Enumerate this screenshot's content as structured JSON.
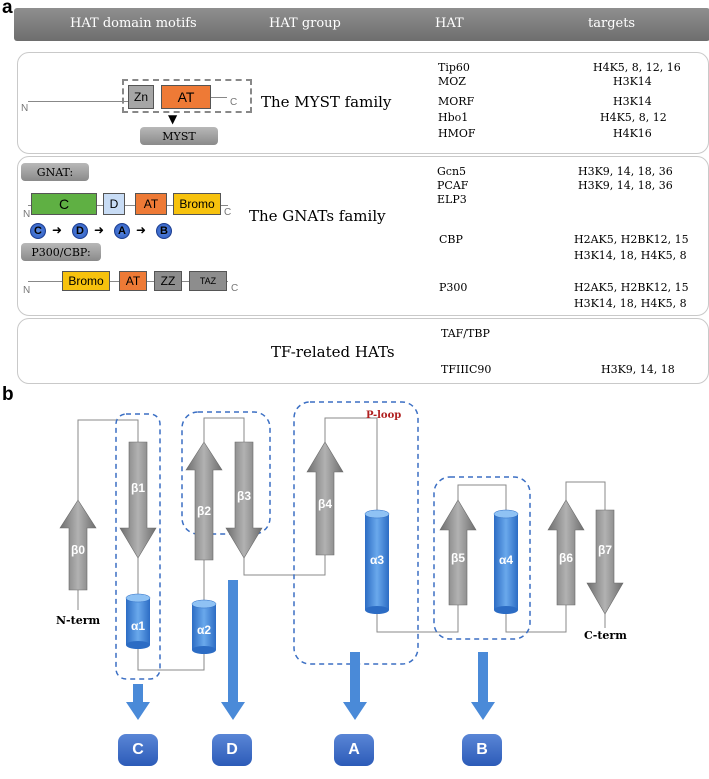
{
  "panel_a": {
    "letter": "a",
    "headers": [
      "HAT domain motifs",
      "HAT group",
      "HAT",
      "targets"
    ],
    "myst": {
      "family": "The MYST family",
      "n_label": "N",
      "c_label": "C",
      "zn": "Zn",
      "at": "AT",
      "myst_label": "MYST",
      "rows": [
        {
          "hat": "Tip60",
          "target": "H4K5, 8, 12, 16"
        },
        {
          "hat": "MOZ",
          "target": "H3K14"
        },
        {
          "hat": "MORF",
          "target": "H3K14"
        },
        {
          "hat": "Hbo1",
          "target": "H4K5, 8, 12"
        },
        {
          "hat": "HMOF",
          "target": "H4K16"
        }
      ]
    },
    "gnat": {
      "family": "The GNATs family",
      "gnat_label": "GNAT:",
      "p300_label": "P300/CBP:",
      "n_label": "N",
      "c_label": "C",
      "domains_gnat": [
        "C",
        "D",
        "AT",
        "Bromo"
      ],
      "motifs": [
        "C",
        "D",
        "A",
        "B"
      ],
      "domains_p300": [
        "Bromo",
        "AT",
        "ZZ",
        "TAZ"
      ],
      "rows": [
        {
          "hat": "Gcn5",
          "target": "H3K9, 14, 18, 36"
        },
        {
          "hat": "PCAF",
          "target": "H3K9, 14, 18, 36"
        },
        {
          "hat": "ELP3",
          "target": ""
        },
        {
          "hat": "CBP",
          "target": "H2AK5, H2BK12, 15"
        },
        {
          "hat": "",
          "target": "H3K14, 18, H4K5, 8"
        },
        {
          "hat": "P300",
          "target": "H2AK5, H2BK12, 15"
        },
        {
          "hat": "",
          "target": "H3K14, 18, H4K5, 8"
        }
      ]
    },
    "tf": {
      "family": "TF-related HATs",
      "rows": [
        {
          "hat": "TAF/TBP",
          "target": ""
        },
        {
          "hat": "TFIIIC90",
          "target": "H3K9, 14, 18"
        }
      ]
    }
  },
  "panel_b": {
    "letter": "b",
    "ploop": "P-loop",
    "nterm": "N-term",
    "cterm": "C-term",
    "strands": [
      "β0",
      "β1",
      "β2",
      "β3",
      "β4",
      "β5",
      "β6",
      "β7"
    ],
    "helices": [
      "α1",
      "α2",
      "α3",
      "α4"
    ],
    "motifs": [
      "C",
      "D",
      "A",
      "B"
    ],
    "colors": {
      "strand": "#8c8c8c",
      "helix": "#3f86dc",
      "motif": "#3a68c6",
      "dash": "#3b6fc4",
      "ploop": "#b02020"
    }
  }
}
